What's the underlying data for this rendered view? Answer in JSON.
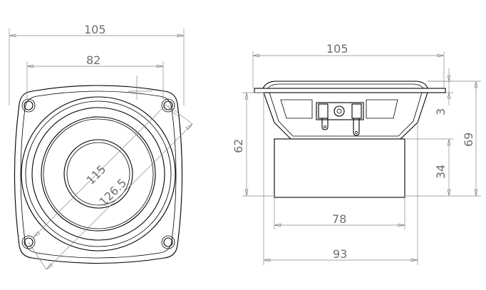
{
  "front_view": {
    "dims": {
      "overall_width": "105",
      "hole_spacing": "82",
      "diagonal": "115",
      "hole_diagonal": "126.5"
    }
  },
  "side_view": {
    "dims": {
      "overall_width": "105",
      "flange_thickness": "3",
      "total_depth": "69",
      "cone_depth": "62",
      "magnet_height": "34",
      "magnet_diameter": "78",
      "basket_diameter": "93"
    }
  }
}
